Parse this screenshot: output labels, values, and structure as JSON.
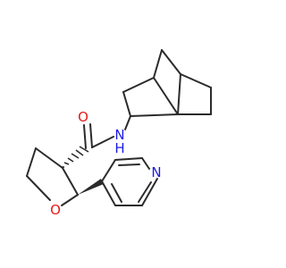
{
  "molecule": {
    "atoms": {
      "amide_N": {
        "label": "N",
        "label2": "H",
        "color": "#1a1ae6"
      },
      "carbonyl_O": {
        "label": "O",
        "color": "#e61a1a"
      },
      "ring_O": {
        "label": "O",
        "color": "#e61a1a"
      },
      "pyridine_N": {
        "label": "N",
        "color": "#1a1ae6"
      }
    },
    "bond_color": "#2b2b2b"
  }
}
